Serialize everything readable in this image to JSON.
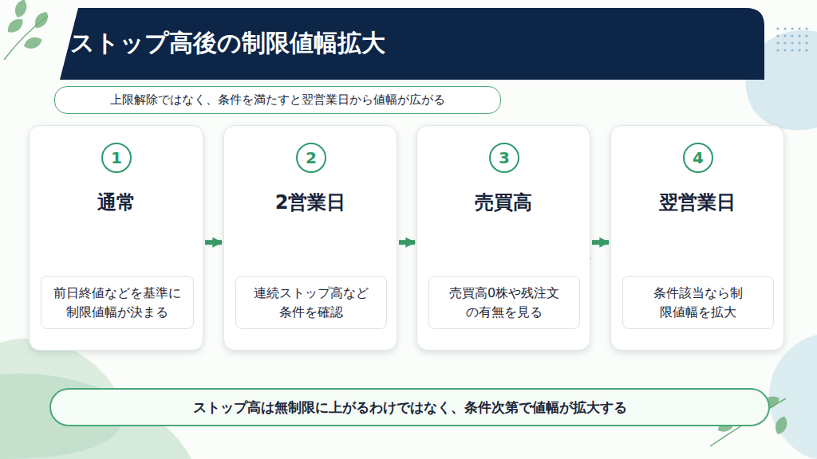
{
  "diagram": {
    "title": "ストップ高後の制限値幅拡大",
    "nodes": [
      {
        "text": [
          "上限解除ではなく、条件を満たすと翌営業日から値幅が広がる"
        ]
      },
      {
        "text": [
          "通常"
        ]
      },
      {
        "text": [
          "1"
        ],
        "in": 1
      },
      {
        "text": [
          "前日終値などを基準に制限値幅が決まる"
        ],
        "in": 1
      },
      {
        "text": [
          "2営業日"
        ]
      },
      {
        "text": [
          "2"
        ],
        "in": 4
      },
      {
        "text": [
          "連続ストップ高など条件を確認"
        ],
        "in": 4
      },
      {
        "text": [
          "売買高"
        ]
      },
      {
        "text": [
          "3"
        ],
        "in": 7
      },
      {
        "text": [
          "売買高0株や残注文の有無を見る"
        ],
        "in": 7
      },
      {
        "text": [
          "翌営業日"
        ]
      },
      {
        "text": [
          "4"
        ],
        "in": 10
      },
      {
        "text": [
          "条件該当なら制限値幅を拡大"
        ],
        "in": 10
      },
      {
        "text": [
          "ストップ高は無制限に上がるわけではなく、条件次第で値幅が拡大する"
        ]
      }
    ],
    "edges": [
      {
        "from": 1,
        "to": 4,
        "arrow": "to"
      },
      {
        "from": 4,
        "to": 7,
        "arrow": "to"
      },
      {
        "from": 7,
        "to": 10,
        "arrow": "to"
      }
    ]
  }
}
